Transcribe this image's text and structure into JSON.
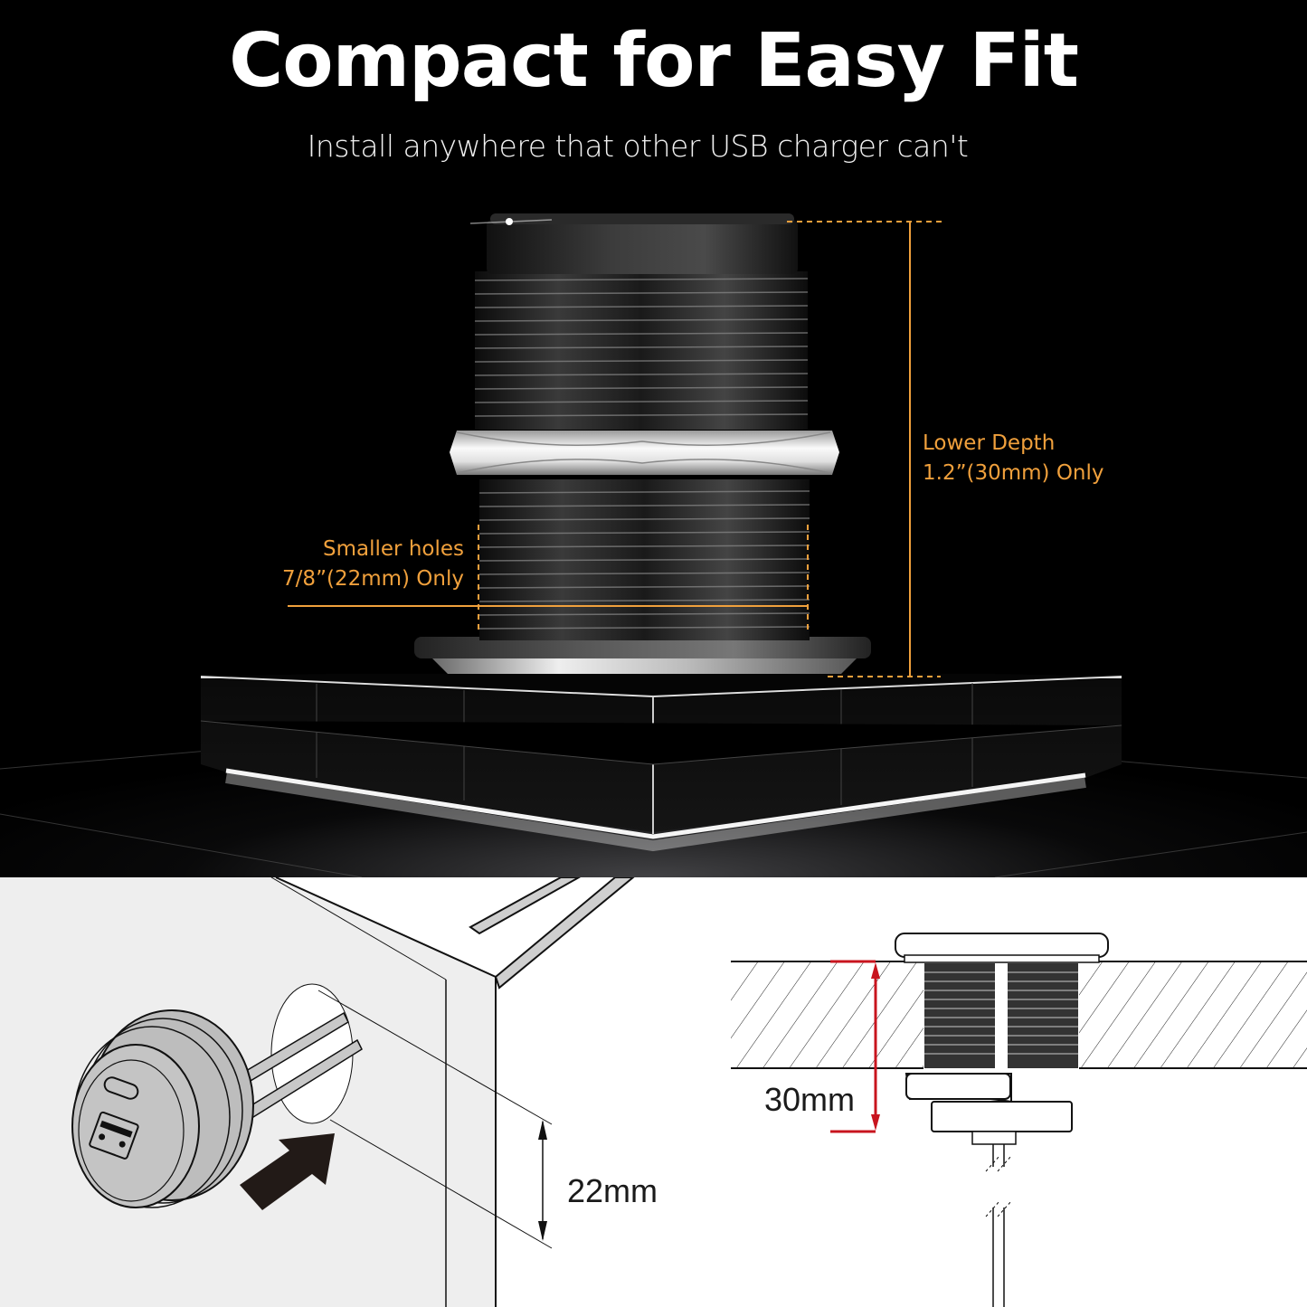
{
  "header": {
    "title": "Compact for Easy Fit",
    "subtitle": "Install anywhere that other USB charger can't"
  },
  "annotations": {
    "lower_depth": {
      "line1": "Lower Depth",
      "line2": "1.2”(30mm) Only"
    },
    "smaller_holes": {
      "line1": "Smaller holes",
      "line2": "7/8”(22mm) Only"
    }
  },
  "diagrams": {
    "install_hole_dimension": "22mm",
    "depth_dimension": "30mm"
  },
  "icons": {
    "usb_c_port": "usb-c-port-icon",
    "usb_a_port": "usb-a-port-icon",
    "insert_arrow": "arrow-right-icon"
  },
  "colors": {
    "background": "#000000",
    "accent_orange": "#f0a03c",
    "dimension_red": "#c8141e",
    "lower_panel_bg": "#ffffff",
    "wall_gray": "#eeeeee"
  }
}
